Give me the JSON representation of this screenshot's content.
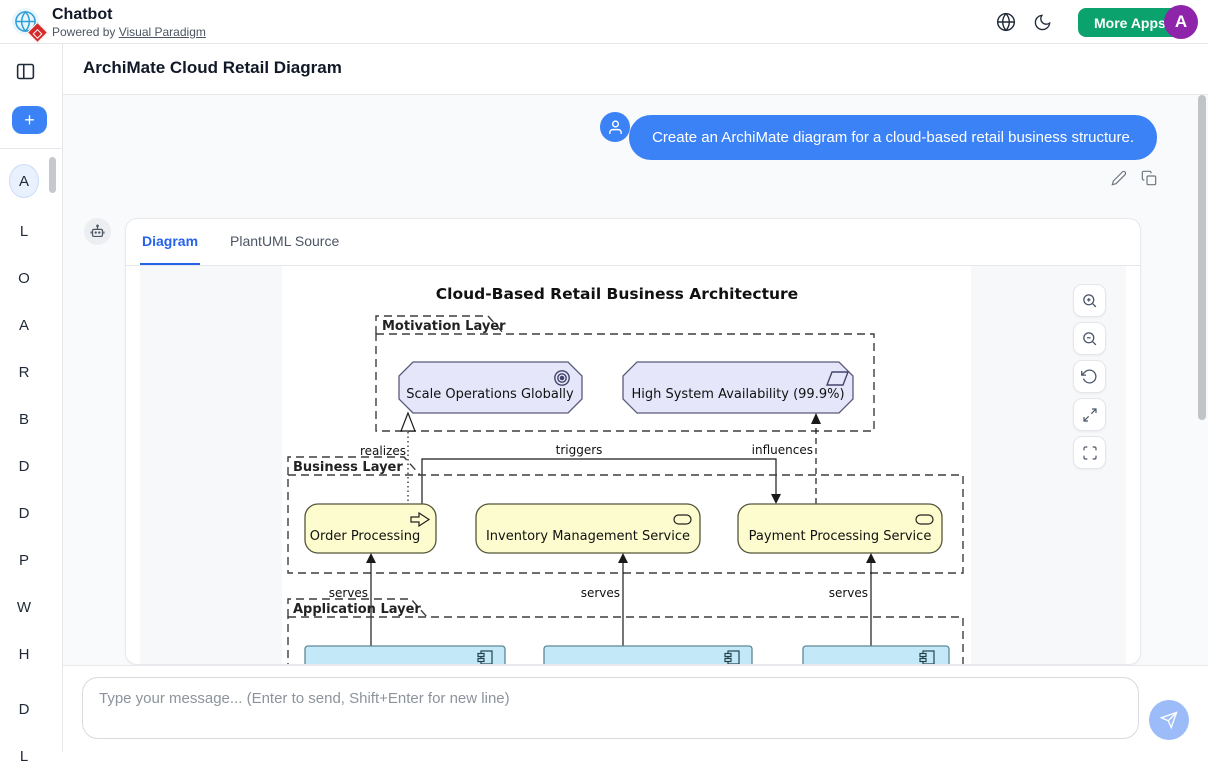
{
  "header": {
    "app_title": "Chatbot",
    "powered_by": "Powered by ",
    "powered_link": "Visual Paradigm",
    "more_apps": "More Apps",
    "avatar_initial": "A"
  },
  "page_title": "ArchiMate Cloud Retail Diagram",
  "sidebar": {
    "new_chat": "+",
    "conversations": [
      "A",
      "L",
      "O",
      "A",
      "R",
      "B",
      "D",
      "D",
      "P",
      "W",
      "H",
      "D",
      "L"
    ],
    "active_index": 0
  },
  "chat": {
    "user_message": "Create an ArchiMate diagram for a cloud-based retail business structure."
  },
  "tabs": {
    "diagram": "Diagram",
    "source": "PlantUML Source"
  },
  "zoom_controls": [
    "zoom-in",
    "zoom-out",
    "reset-view",
    "expand",
    "fullscreen"
  ],
  "diagram": {
    "title": "Cloud-Based Retail Business Architecture",
    "layers": [
      {
        "name": "Motivation Layer"
      },
      {
        "name": "Business Layer"
      },
      {
        "name": "Application Layer"
      }
    ],
    "nodes": [
      {
        "id": "goal",
        "type": "goal",
        "label": "Scale Operations Globally"
      },
      {
        "id": "outcome",
        "type": "outcome",
        "label": "High System Availability (99.9%)"
      },
      {
        "id": "process",
        "type": "business-process",
        "label": "Order Processing"
      },
      {
        "id": "service1",
        "type": "business-service",
        "label": "Inventory Management Service"
      },
      {
        "id": "service2",
        "type": "business-service",
        "label": "Payment Processing Service"
      },
      {
        "id": "app1",
        "type": "application-component"
      },
      {
        "id": "app2",
        "type": "application-component"
      },
      {
        "id": "app3",
        "type": "application-component"
      }
    ],
    "edges": [
      {
        "label": "realizes"
      },
      {
        "label": "triggers"
      },
      {
        "label": "influences"
      },
      {
        "label": "serves"
      },
      {
        "label": "serves"
      },
      {
        "label": "serves"
      }
    ]
  },
  "composer": {
    "placeholder": "Type your message... (Enter to send, Shift+Enter for new line)"
  },
  "colors": {
    "accent_blue": "#3b82f6",
    "tab_active_blue": "#2563eb",
    "more_apps_green": "#0ba26e",
    "avatar_purple": "#8e24aa",
    "send_disabled_blue": "#9bbcf9",
    "motivation_fill": "#e6e6fa",
    "business_fill": "#fcfcce",
    "application_fill": "#c3e9f8"
  }
}
